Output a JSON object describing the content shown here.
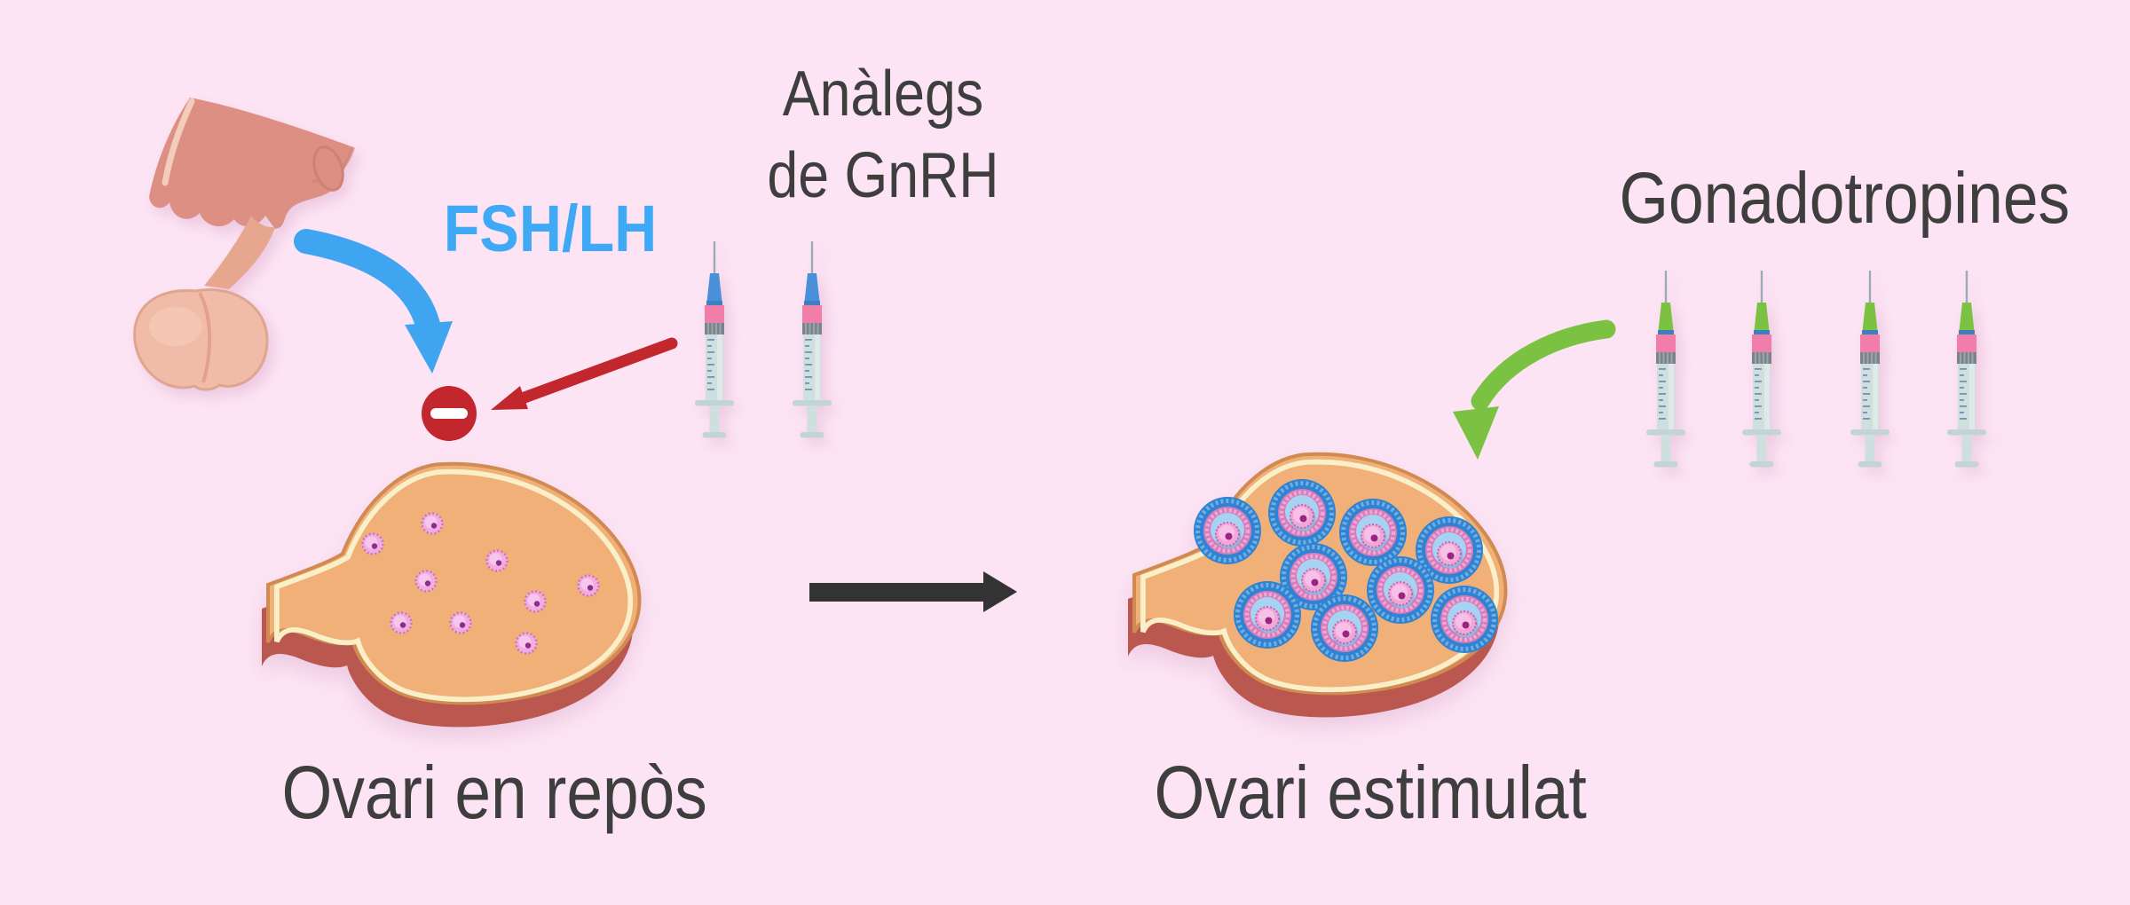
{
  "diagram": {
    "background_color": "#fce4f4",
    "text_color": "#3e3e3e",
    "labels": {
      "fsh_lh": "FSH/LH",
      "gnrh_analogs_line1": "Anàlegs",
      "gnrh_analogs_line2": "de GnRH",
      "gonadotropins": "Gonadotropines",
      "resting_ovary": "Ovari en repòs",
      "stimulated_ovary": "Ovari estimulat"
    },
    "colors": {
      "fsh_lh_arrow": "#3fa5f0",
      "fsh_lh_text": "#3fa9f5",
      "inhibition_red": "#c1272d",
      "gonadotropins_arrow": "#7cc242",
      "transition_arrow": "#333333",
      "ovary_body": "#f1b077",
      "ovary_base": "#ba574e",
      "ovary_inner_line": "#f9f0ca",
      "small_follicle": "#f1ace0",
      "large_follicle_outer_ring": "#2f83d2",
      "large_follicle_inner_ring": "#d77bbb",
      "follicle_antrum": "#a8d2f1",
      "oocyte": "#f2a6d8",
      "pituitary_light": "#f0bca8",
      "pituitary_dark": "#dc8f82",
      "syringe_hub_blue": "#4a90d8",
      "syringe_hub_green": "#7cc242",
      "syringe_band_pink": "#f07ea8"
    },
    "icons": [
      {
        "name": "pituitary-gland-illustration"
      },
      {
        "name": "fsh-lh-arrow"
      },
      {
        "name": "inhibition-minus-icon"
      },
      {
        "name": "gnrh-inhibition-arrow"
      },
      {
        "name": "gnrh-syringe-icon",
        "count": 2
      },
      {
        "name": "resting-ovary-illustration",
        "small_follicles": 9
      },
      {
        "name": "transition-arrow"
      },
      {
        "name": "stimulated-ovary-illustration",
        "large_follicles": 9
      },
      {
        "name": "gonadotropin-syringe-icon",
        "count": 4
      },
      {
        "name": "gonadotropins-arrow"
      }
    ]
  }
}
